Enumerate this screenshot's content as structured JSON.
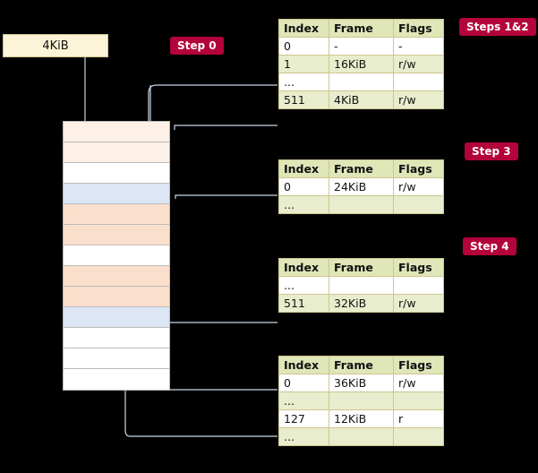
{
  "page_box": {
    "label": "4KiB"
  },
  "step_labels": {
    "step0": "Step 0",
    "steps12": "Steps 1&2",
    "step3": "Step 3",
    "step4": "Step 4"
  },
  "columns": [
    "Index",
    "Frame",
    "Flags"
  ],
  "tables": [
    {
      "name": "table-steps-1-2",
      "rows": [
        {
          "index": "0",
          "frame": "-",
          "flags": "-",
          "shaded": false
        },
        {
          "index": "1",
          "frame": "16KiB",
          "flags": "r/w",
          "shaded": true
        },
        {
          "index": "...",
          "frame": "",
          "flags": "",
          "shaded": false
        },
        {
          "index": "511",
          "frame": "4KiB",
          "flags": "r/w",
          "shaded": true
        }
      ]
    },
    {
      "name": "table-step-3",
      "rows": [
        {
          "index": "0",
          "frame": "24KiB",
          "flags": "r/w",
          "shaded": false
        },
        {
          "index": "...",
          "frame": "",
          "flags": "",
          "shaded": true
        }
      ]
    },
    {
      "name": "table-step-4-upper",
      "rows": [
        {
          "index": "...",
          "frame": "",
          "flags": "",
          "shaded": false
        },
        {
          "index": "511",
          "frame": "32KiB",
          "flags": "r/w",
          "shaded": true
        }
      ]
    },
    {
      "name": "table-step-4-lower",
      "rows": [
        {
          "index": "0",
          "frame": "36KiB",
          "flags": "r/w",
          "shaded": false
        },
        {
          "index": "...",
          "frame": "",
          "flags": "",
          "shaded": true
        },
        {
          "index": "127",
          "frame": "12KiB",
          "flags": "r",
          "shaded": false
        },
        {
          "index": "...",
          "frame": "",
          "flags": "",
          "shaded": true
        }
      ]
    }
  ],
  "memory_rows": [
    {
      "fill": "#fdf0e6"
    },
    {
      "fill": "#fdf0e6"
    },
    {
      "fill": "#ffffff"
    },
    {
      "fill": "#dce6f4"
    },
    {
      "fill": "#fbdfcd"
    },
    {
      "fill": "#fbdfcd"
    },
    {
      "fill": "#ffffff"
    },
    {
      "fill": "#fbdfcd"
    },
    {
      "fill": "#fbdfcd"
    },
    {
      "fill": "#dce6f4"
    },
    {
      "fill": "#ffffff"
    },
    {
      "fill": "#ffffff"
    },
    {
      "fill": "#ffffff"
    }
  ],
  "colors": {
    "background": "#000000",
    "label_red": "#b4023a",
    "table_border": "#cfc68f",
    "table_header": "#dfe6b8",
    "table_shade": "#e8eecd",
    "page_box": "#fbf4d8",
    "wire": "#c7d7e8"
  }
}
